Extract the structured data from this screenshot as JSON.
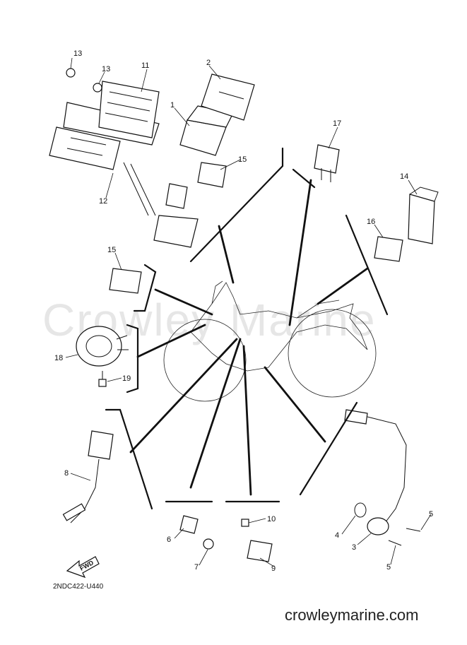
{
  "watermark": "Crowley Marine",
  "site": "crowleymarine.com",
  "diagram_code": "2NDC422-U440",
  "fwd_label": "FWD",
  "callouts": {
    "c1": "1",
    "c2": "2",
    "c3": "3",
    "c4": "4",
    "c5a": "5",
    "c5b": "5",
    "c6": "6",
    "c7": "7",
    "c8": "8",
    "c9": "9",
    "c10": "10",
    "c11": "11",
    "c12": "12",
    "c13a": "13",
    "c13b": "13",
    "c14": "14",
    "c15a": "15",
    "c15b": "15",
    "c16": "16",
    "c17": "17",
    "c18": "18",
    "c19": "19"
  }
}
